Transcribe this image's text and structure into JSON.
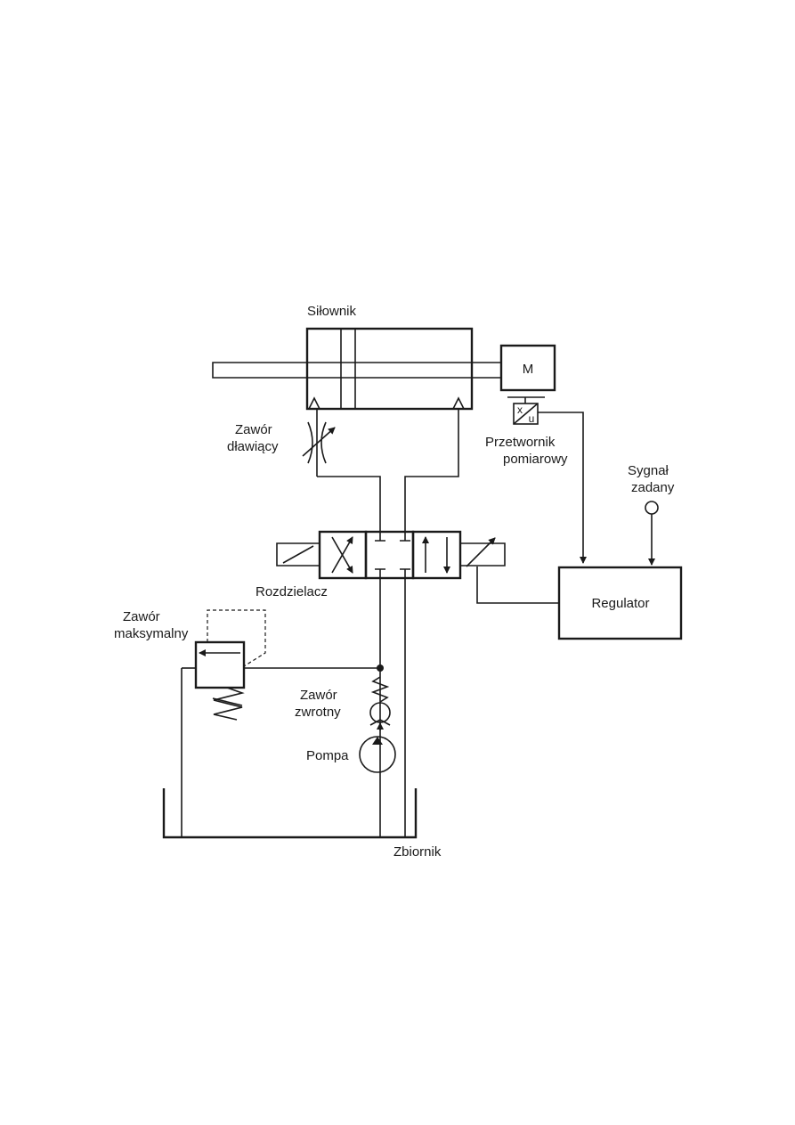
{
  "labels": {
    "cylinder": "Siłownik",
    "motor": "M",
    "transducer_top": "x",
    "transducer_bottom": "u",
    "throttle_line1": "Zawór",
    "throttle_line2": "dławiący",
    "transducer_line1": "Przetwornik",
    "transducer_line2": "pomiarowy",
    "setpoint_line1": "Sygnał",
    "setpoint_line2": "zadany",
    "valve": "Rozdzielacz",
    "regulator": "Regulator",
    "relief_line1": "Zawór",
    "relief_line2": "maksymalny",
    "check_line1": "Zawór",
    "check_line2": "zwrotny",
    "pump": "Pompa",
    "tank": "Zbiornik"
  }
}
